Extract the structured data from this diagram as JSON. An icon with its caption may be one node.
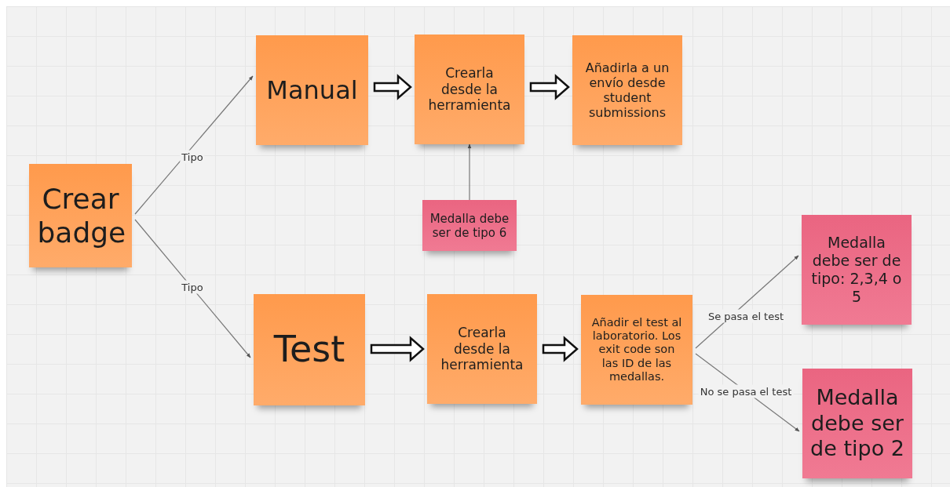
{
  "diagram": {
    "nodes": [
      {
        "text": [
          "Crear badge"
        ]
      },
      {
        "text": [
          "Manual"
        ]
      },
      {
        "text": [
          "Crearla desde la herramienta"
        ]
      },
      {
        "text": [
          "Añadirla a un envío desde student submissions"
        ]
      },
      {
        "text": [
          "Medalla debe ser de tipo 6"
        ]
      },
      {
        "text": [
          "Test"
        ]
      },
      {
        "text": [
          "Crearla desde la herramienta"
        ]
      },
      {
        "text": [
          "Añadir el test al laboratorio. Los exit code son las ID de las medallas."
        ]
      },
      {
        "text": [
          "Medalla debe ser de tipo: 2,3,4 o 5"
        ]
      },
      {
        "text": [
          "Medalla debe ser de tipo 2"
        ]
      }
    ],
    "edges": [
      {
        "from": 0,
        "to": 1,
        "arrow": "to",
        "label": "Tipo"
      },
      {
        "from": 0,
        "to": 5,
        "arrow": "to",
        "label": "Tipo"
      },
      {
        "from": 1,
        "to": 2,
        "arrow": "to",
        "style": "thick"
      },
      {
        "from": 2,
        "to": 3,
        "arrow": "to",
        "style": "thick"
      },
      {
        "from": 4,
        "to": 2,
        "arrow": "to"
      },
      {
        "from": 5,
        "to": 6,
        "arrow": "to",
        "style": "thick"
      },
      {
        "from": 6,
        "to": 7,
        "arrow": "to",
        "style": "thick"
      },
      {
        "from": 7,
        "to": 8,
        "arrow": "to",
        "label": "Se pasa el test"
      },
      {
        "from": 7,
        "to": 9,
        "arrow": "to",
        "label": "No se pasa el test"
      }
    ]
  }
}
